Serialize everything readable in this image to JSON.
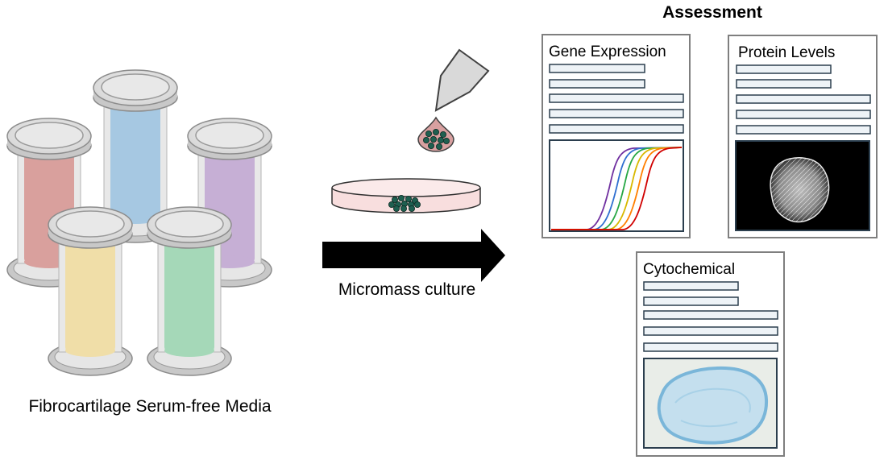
{
  "labels": {
    "media": "Fibrocartilage Serum-free Media",
    "culture": "Micromass culture",
    "assessment": "Assessment"
  },
  "panels": {
    "gene": {
      "title": "Gene Expression"
    },
    "protein": {
      "title": "Protein Levels"
    },
    "cyto": {
      "title": "Cytochemical"
    }
  },
  "tubes": [
    {
      "id": "red",
      "color": "#d9a09d"
    },
    {
      "id": "blue",
      "color": "#a6c8e2"
    },
    {
      "id": "purple",
      "color": "#c6afd5"
    },
    {
      "id": "yellow",
      "color": "#f0dea8"
    },
    {
      "id": "green",
      "color": "#a5d8b8"
    }
  ],
  "curve_colors": [
    "#7030a0",
    "#2f6fd0",
    "#28a745",
    "#d8b800",
    "#ff7f00",
    "#d00000"
  ],
  "colors": {
    "arrow": "#000000",
    "dish_fill": "#f8dede",
    "cells": "#1f5f50",
    "droplet": "#d8a0a0",
    "panel_border": "#7f7f7f",
    "text_line_fill": "#eef3f7",
    "text_line_border": "#2b3e4e",
    "stain": "#7ab6d9"
  }
}
